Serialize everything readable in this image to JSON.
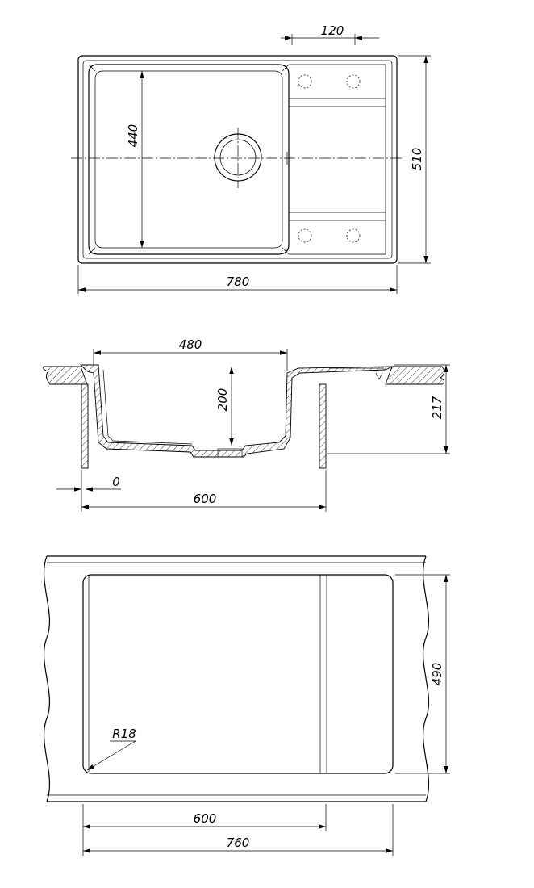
{
  "top_view": {
    "dim_drainer_width": "120",
    "dim_bowl_depth": "440",
    "dim_total_depth": "510",
    "dim_total_width": "780"
  },
  "section_view": {
    "dim_bowl_width": "480",
    "dim_bowl_height": "200",
    "dim_total_height": "217",
    "dim_offset": "0",
    "dim_cabinet": "600"
  },
  "cutout_view": {
    "dim_radius": "R18",
    "dim_height": "490",
    "dim_cabinet": "600",
    "dim_width": "760"
  }
}
